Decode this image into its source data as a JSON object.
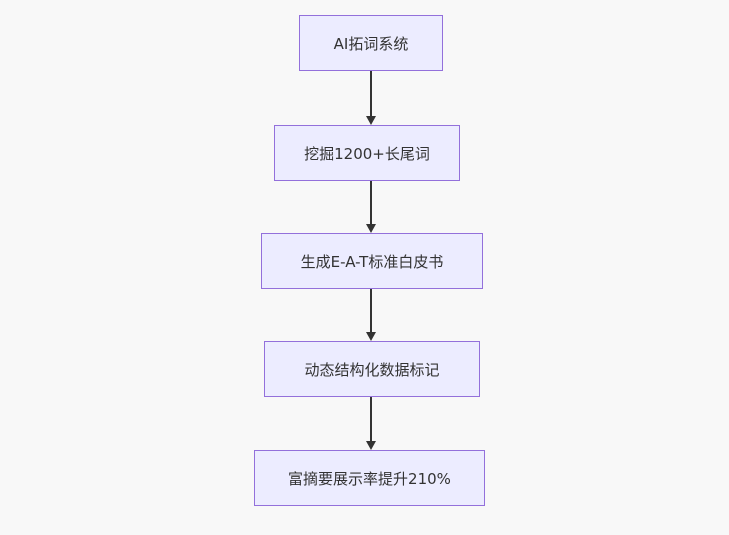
{
  "diagram": {
    "type": "flowchart",
    "direction": "top-down",
    "background": "#f8f8f8",
    "colors": {
      "node_fill": "#ECECFF",
      "node_border": "#9370DB",
      "node_text": "#333333",
      "arrow": "#333333"
    },
    "nodes": [
      {
        "label": "AI拓词系统"
      },
      {
        "label": "挖掘1200+长尾词"
      },
      {
        "label": "生成E-A-T标准白皮书"
      },
      {
        "label": "动态结构化数据标记"
      },
      {
        "label": "富摘要展示率提升210%"
      }
    ],
    "edges": [
      {
        "from": 0,
        "to": 1
      },
      {
        "from": 1,
        "to": 2
      },
      {
        "from": 2,
        "to": 3
      },
      {
        "from": 3,
        "to": 4
      }
    ]
  }
}
